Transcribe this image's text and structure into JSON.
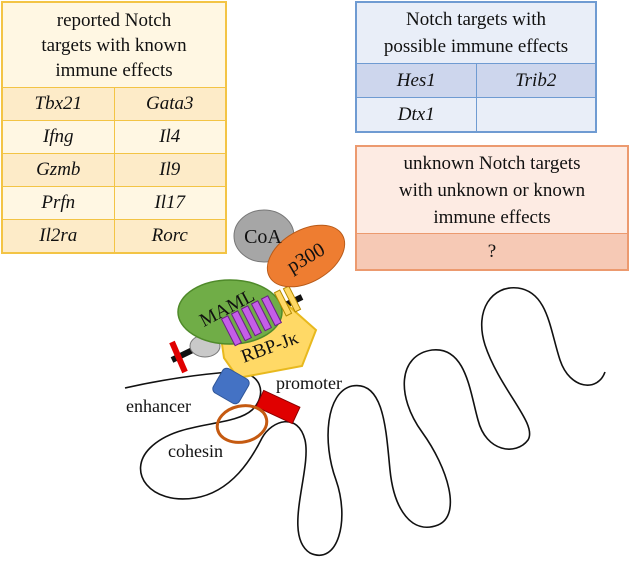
{
  "reported_table": {
    "header": [
      "reported Notch",
      "targets with known",
      "immune effects"
    ],
    "rows": [
      [
        "Tbx21",
        "Gata3"
      ],
      [
        "Ifng",
        "Il4"
      ],
      [
        "Gzmb",
        "Il9"
      ],
      [
        "Prfn",
        "Il17"
      ],
      [
        "Il2ra",
        "Rorc"
      ]
    ]
  },
  "possible_table": {
    "header": [
      "Notch targets with",
      "possible immune effects"
    ],
    "rows": [
      [
        "Hes1",
        "Trib2"
      ],
      [
        "Dtx1",
        ""
      ]
    ]
  },
  "unknown_table": {
    "header": [
      "unknown Notch targets",
      "with unknown or known",
      "immune effects"
    ],
    "value": "?"
  },
  "complex": {
    "coa": "CoA",
    "p300": "p300",
    "maml": "MAML",
    "rbpjk": "RBP-Jκ"
  },
  "dna_labels": {
    "promoter": "promoter",
    "enhancer": "enhancer",
    "cohesin": "cohesin"
  },
  "colors": {
    "reported_border": "#f3c445",
    "possible_border": "#6f9bd2",
    "unknown_border": "#ec9a6f",
    "coa": "#a6a6a6",
    "p300": "#ee7d31",
    "maml": "#70ad47",
    "rbpjk": "#ffd966",
    "ankyrin": "#c45ee8",
    "enhancer_protein": "#4472c4",
    "promoter_block": "#e00000",
    "cohesin_ring": "#c55a11"
  }
}
